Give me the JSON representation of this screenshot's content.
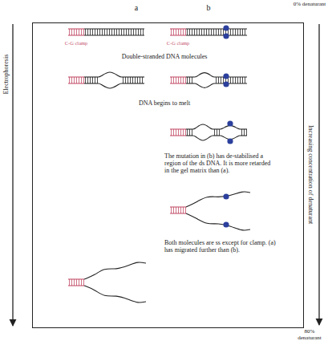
{
  "diagram": {
    "labels": [
      "a",
      "b",
      "0% denaturant",
      "C-G clamp",
      "C-G clamp",
      "Double-stranded DNA molecules",
      "DNA begins to melt",
      "The mutation in (b) has de-stabilised a region of the ds DNA. It is more retarded in the gel matrix than (a).",
      "Both molecules are ss except for clamp. (a) has migrated further than (b).",
      "Electrophoresis",
      "Increasing concentration of denaturant",
      "80% denaturant"
    ]
  }
}
